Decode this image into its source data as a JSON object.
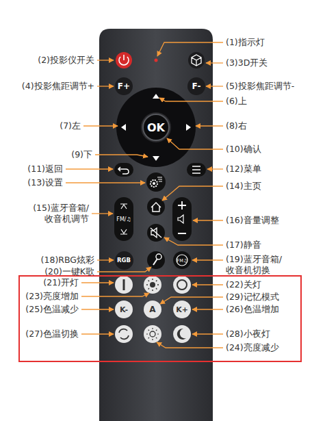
{
  "diagram": {
    "nodes": [
      {
        "text": [
          "F+"
        ]
      },
      {
        "text": [
          "F-"
        ]
      },
      {
        "text": [
          "OK"
        ]
      },
      {
        "text": [
          "RGB"
        ]
      },
      {
        "text": [
          "K-"
        ]
      },
      {
        "text": [
          "A"
        ]
      },
      {
        "text": [
          "K+"
        ]
      }
    ],
    "labels": [
      "(1)指示灯",
      "(2)投影仪开关",
      "(3)3D开关",
      "(4)投影焦距调节+",
      "(5)投影焦距调节-",
      "(6)上",
      "(7)左",
      "(8)右",
      "(9)下",
      "(10)确认",
      "(11)返回",
      "(12)菜单",
      "(13)设置",
      "(14)主页",
      "(15)蓝牙音箱/ 收音机调节",
      "(16)音量调整",
      "(17)静音",
      "(18)RBG炫彩",
      "(19)蓝牙音箱/ 收音机切换",
      "(20)一键K歌",
      "(21)开灯",
      "(22)关灯",
      "(23)亮度增加",
      "(29)记忆模式",
      "(25)色温减少",
      "(26)色温增加",
      "(27)色温切换",
      "(28)小夜灯",
      "(24)亮度减少"
    ]
  }
}
